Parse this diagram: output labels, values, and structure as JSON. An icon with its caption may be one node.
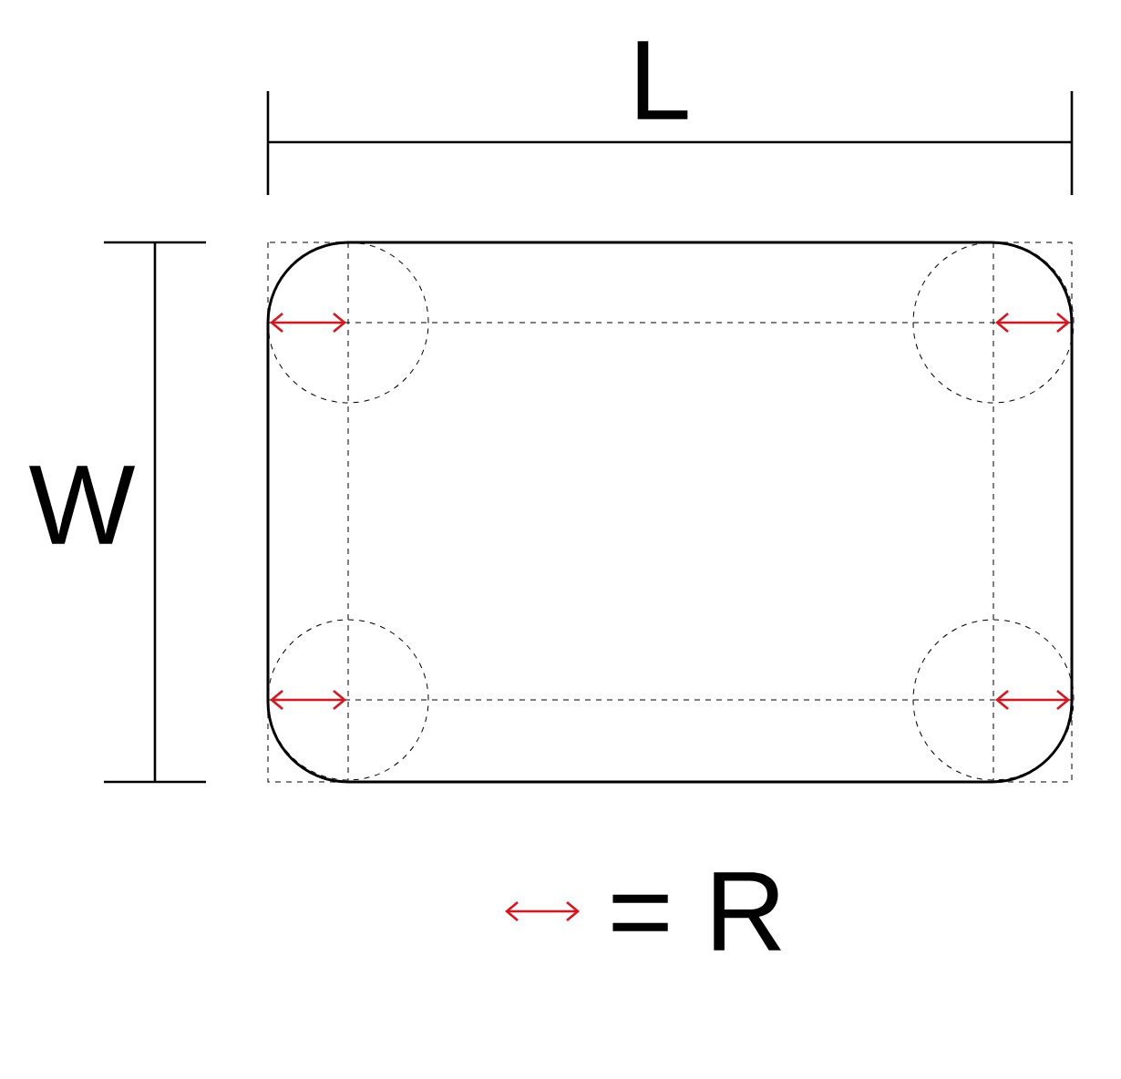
{
  "diagram": {
    "labels": [
      "L",
      "W"
    ],
    "legend": [
      {
        "text": "= R"
      }
    ]
  }
}
